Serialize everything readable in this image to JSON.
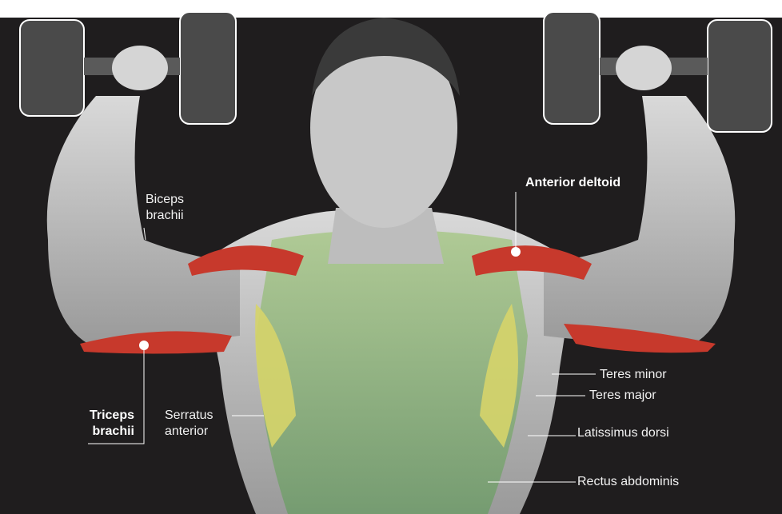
{
  "labels": {
    "anterior_deltoid": "Anterior deltoid",
    "biceps_brachii": "Biceps\nbrachii",
    "triceps_brachii": "Triceps\nbrachii",
    "serratus_anterior": "Serratus\nanterior",
    "teres_minor": "Teres minor",
    "teres_major": "Teres major",
    "latissimus_dorsi": "Latissimus dorsi",
    "rectus_abdominis": "Rectus abdominis"
  },
  "colors": {
    "background": "#1f1d1e",
    "skin": "#c9c9c9",
    "highlight_muscle": "#c7392c",
    "secondary_muscle": "#c9d36a",
    "leader_line": "#ffffff"
  }
}
